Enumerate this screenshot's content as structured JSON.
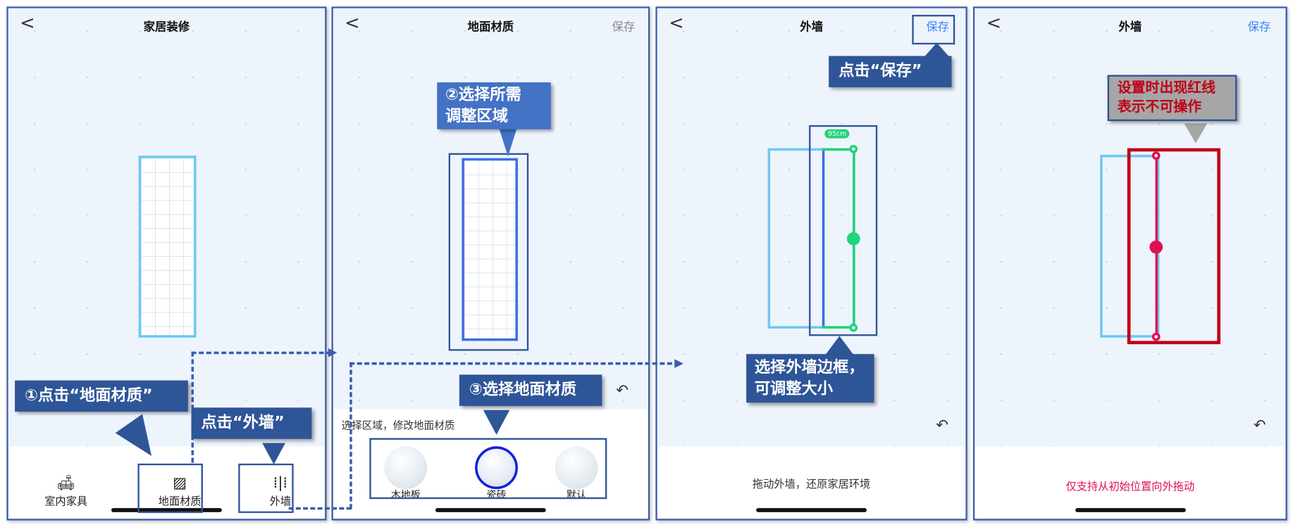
{
  "panels": [
    {
      "title": "家居装修",
      "back": "<",
      "nav": [
        {
          "label": "室内家具",
          "icon": "sofa-icon"
        },
        {
          "label": "地面材质",
          "icon": "floor-texture-icon"
        },
        {
          "label": "外墙",
          "icon": "wall-adjust-icon"
        }
      ],
      "callouts": [
        "①点击“地面材质”",
        "点击“外墙”"
      ]
    },
    {
      "title": "地面材质",
      "back": "<",
      "save": "保存",
      "hint": "选择区域，修改地面材质",
      "materials": [
        "木地板",
        "瓷砖",
        "默认"
      ],
      "callouts": [
        "②选择所需",
        "调整区域",
        "③选择地面材质"
      ]
    },
    {
      "title": "外墙",
      "back": "<",
      "save": "保存",
      "badge": "95cm",
      "bottom_text": "拖动外墙，还原家居环境",
      "callouts": [
        "点击“保存”",
        "选择外墙边框，",
        "可调整大小"
      ]
    },
    {
      "title": "外墙",
      "back": "<",
      "save": "保存",
      "bottom_text": "仅支持从初始位置向外拖动",
      "callouts": [
        "设置时出现红线",
        "表示不可操作"
      ]
    }
  ],
  "colors": {
    "callout": "#2e5597",
    "accent": "#3b82f6",
    "green": "#22d37a",
    "red": "#c00018",
    "crimson": "#e0104f"
  }
}
